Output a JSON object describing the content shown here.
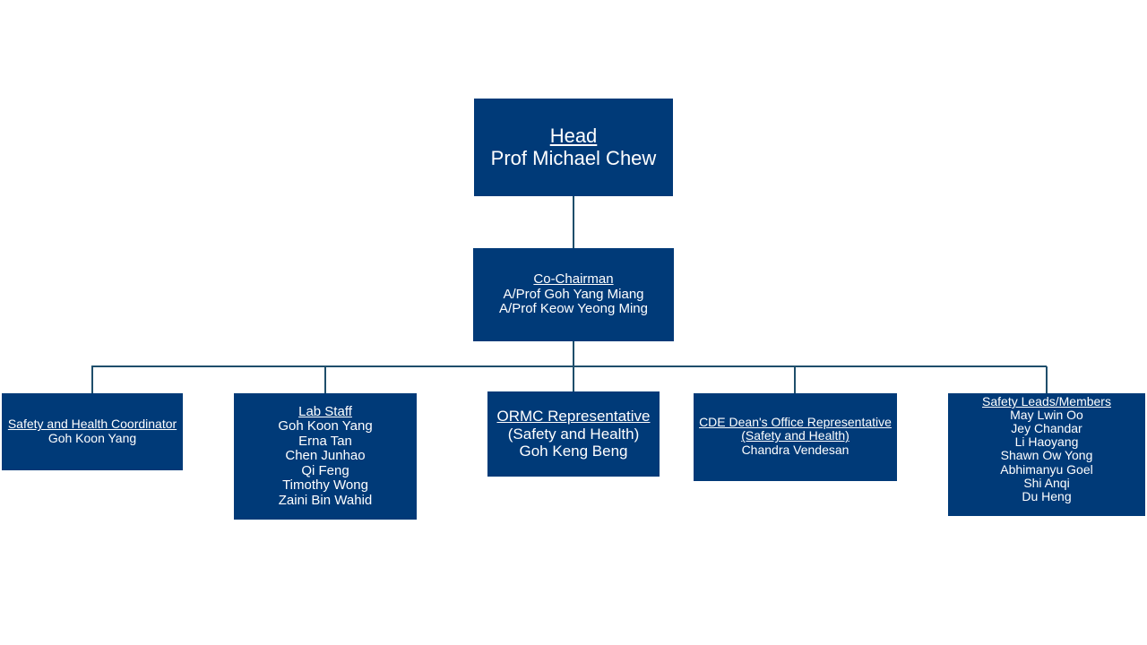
{
  "head": {
    "title": "Head",
    "lines": [
      "Prof Michael Chew"
    ]
  },
  "co_chairman": {
    "title": "Co-Chairman",
    "lines": [
      "A/Prof Goh Yang Miang",
      "A/Prof Keow Yeong Ming"
    ]
  },
  "safety_health_coordinator": {
    "title": "Safety and Health Coordinator",
    "lines": [
      "Goh Koon Yang"
    ]
  },
  "lab_staff": {
    "title": "Lab Staff",
    "lines": [
      "Goh Koon Yang",
      "Erna Tan",
      "Chen Junhao",
      "Qi Feng",
      "Timothy Wong",
      "Zaini Bin Wahid"
    ]
  },
  "ormc_representative": {
    "title": "ORMC Representative",
    "lines": [
      "(Safety and Health)",
      "Goh Keng Beng"
    ]
  },
  "cde_dean_office_representative": {
    "title": "CDE Dean's Office Representative",
    "title_line2": "(Safety and Health)",
    "lines": [
      "Chandra Vendesan"
    ]
  },
  "safety_leads_members": {
    "title": "Safety Leads/Members",
    "lines": [
      "May Lwin Oo",
      "Jey Chandar",
      "Li Haoyang",
      "Shawn Ow Yong",
      "Abhimanyu Goel",
      "Shi Anqi",
      "Du Heng"
    ]
  },
  "colors": {
    "box_fill": "#003A78",
    "connector": "#1F4E6B",
    "text": "#FFFFFF"
  }
}
